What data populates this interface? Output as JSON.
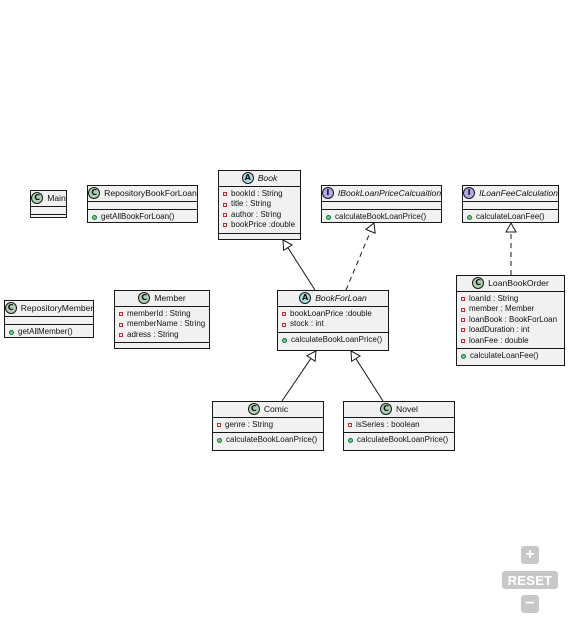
{
  "classes": {
    "main": {
      "name": "Main",
      "badge": "C",
      "fields": [],
      "methods": []
    },
    "repoBook": {
      "name": "RepositoryBookForLoan",
      "badge": "C",
      "fields": [],
      "methods": [
        "getAllBookForLoan()"
      ]
    },
    "book": {
      "name": "Book",
      "badge": "A",
      "fields": [
        "bookId : String",
        "title : String",
        "author : String",
        "bookPrice :double"
      ],
      "methods": []
    },
    "iPrice": {
      "name": "IBookLoanPriceCalcuaition",
      "badge": "I",
      "fields": [],
      "methods": [
        "calculateBookLoanPrice()"
      ]
    },
    "iFee": {
      "name": "ILoanFeeCalculation",
      "badge": "I",
      "fields": [],
      "methods": [
        "calculateLoanFee()"
      ]
    },
    "repoMember": {
      "name": "RepositoryMember",
      "badge": "C",
      "fields": [],
      "methods": [
        "getAllMember()"
      ]
    },
    "member": {
      "name": "Member",
      "badge": "C",
      "fields": [
        "memberId : String",
        "memberName : String",
        "adress : String"
      ],
      "methods": []
    },
    "bookForLoan": {
      "name": "BookForLoan",
      "badge": "A",
      "fields": [
        "bookLoanPrice :double",
        "stock : int"
      ],
      "methods": [
        "calculateBookLoanPrice()"
      ]
    },
    "loanOrder": {
      "name": "LoanBookOrder",
      "badge": "C",
      "fields": [
        "loanId : String",
        "member : Member",
        "loanBook : BookForLoan",
        "loadDuration : int",
        "loanFee : double"
      ],
      "methods": [
        "calculateLoanFee()"
      ]
    },
    "comic": {
      "name": "Comic",
      "badge": "C",
      "fields": [
        "genre : String"
      ],
      "methods": [
        "calculateBookLoanPrice()"
      ]
    },
    "novel": {
      "name": "Novel",
      "badge": "C",
      "fields": [
        "isSeries : boolean"
      ],
      "methods": [
        "calculateBookLoanPrice()"
      ]
    }
  },
  "controls": {
    "zoom_in": "+",
    "reset": "RESET",
    "zoom_out": "−"
  },
  "colors": {
    "class_fill": "#f1f1f1",
    "class_badge": "#add1b2",
    "abstract_badge": "#a9dcdf",
    "interface_badge": "#b4a7e5",
    "private_marker": "#c82930",
    "public_marker": "#84be84",
    "border": "#181818",
    "controls": "#c8c8c8"
  }
}
